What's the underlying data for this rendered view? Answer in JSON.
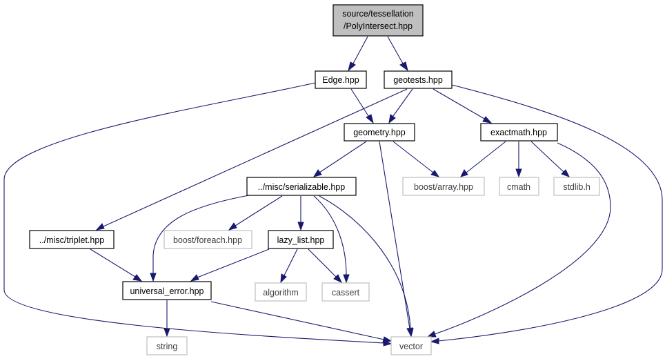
{
  "diagram": {
    "colors": {
      "edge": "#191970",
      "root_fill": "#bfbfbf",
      "external_border": "#bfbfbf",
      "node_border": "#000000"
    },
    "nodes": {
      "root": [
        "source/tessellation",
        "/PolyIntersect.hpp"
      ],
      "edge": [
        "Edge.hpp"
      ],
      "geotests": [
        "geotests.hpp"
      ],
      "geometry": [
        "geometry.hpp"
      ],
      "exactmath": [
        "exactmath.hpp"
      ],
      "serializable": [
        "../misc/serializable.hpp"
      ],
      "boost_array": [
        "boost/array.hpp"
      ],
      "cmath": [
        "cmath"
      ],
      "stdlib": [
        "stdlib.h"
      ],
      "triplet": [
        "../misc/triplet.hpp"
      ],
      "boost_foreach": [
        "boost/foreach.hpp"
      ],
      "lazy_list": [
        "lazy_list.hpp"
      ],
      "universal_error": [
        "universal_error.hpp"
      ],
      "algorithm": [
        "algorithm"
      ],
      "cassert": [
        "cassert"
      ],
      "string": [
        "string"
      ],
      "vector": [
        "vector"
      ]
    }
  }
}
